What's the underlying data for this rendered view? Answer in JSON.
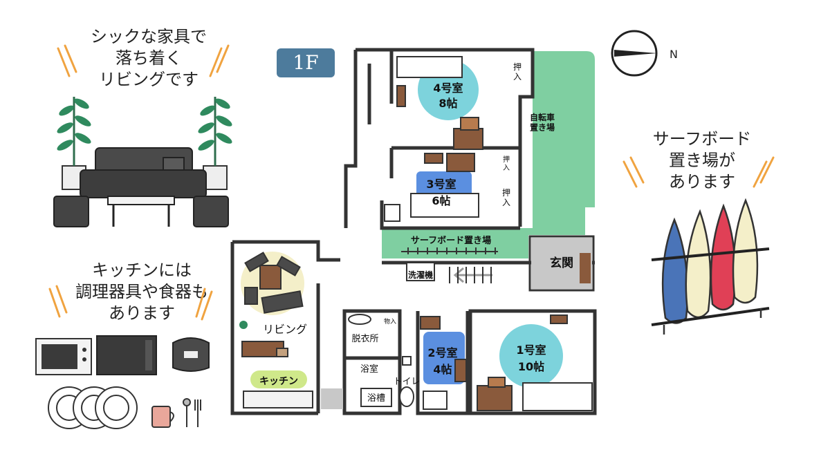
{
  "floor_label": "1F",
  "compass": {
    "label": "N"
  },
  "callouts": {
    "living": "シックな家具で\n落ち着く\nリビングです",
    "kitchen": "キッチンには\n調理器具や食器も\nあります",
    "surfboard": "サーフボード\n置き場が\nあります"
  },
  "rooms": {
    "room4_name": "4号室",
    "room4_size": "8帖",
    "room3_name": "3号室",
    "room3_size": "6帖",
    "room2_name": "2号室",
    "room2_size": "4帖",
    "room1_name": "1号室",
    "room1_size": "10帖",
    "closet": "押入",
    "bicycle_parking": "自転車\n置き場",
    "surfboard_area": "サーフボード置き場",
    "entrance": "玄関",
    "laundry": "洗濯機",
    "storage": "物入",
    "dressing_room": "脱衣所",
    "bathroom": "浴室",
    "bathtub": "浴槽",
    "toilet": "トイレ",
    "living": "リビング",
    "kitchen": "キッチン"
  },
  "colors": {
    "green_area": "#7fcfa1",
    "room_circle_cyan": "#7dd3dc",
    "room_badge_blue": "#5b8fe0",
    "wall": "#333333",
    "floor_badge": "#4d7b9c",
    "accent_orange": "#f0a340",
    "gray_room": "#c8c8c8",
    "label_green": "#cfe88a"
  }
}
